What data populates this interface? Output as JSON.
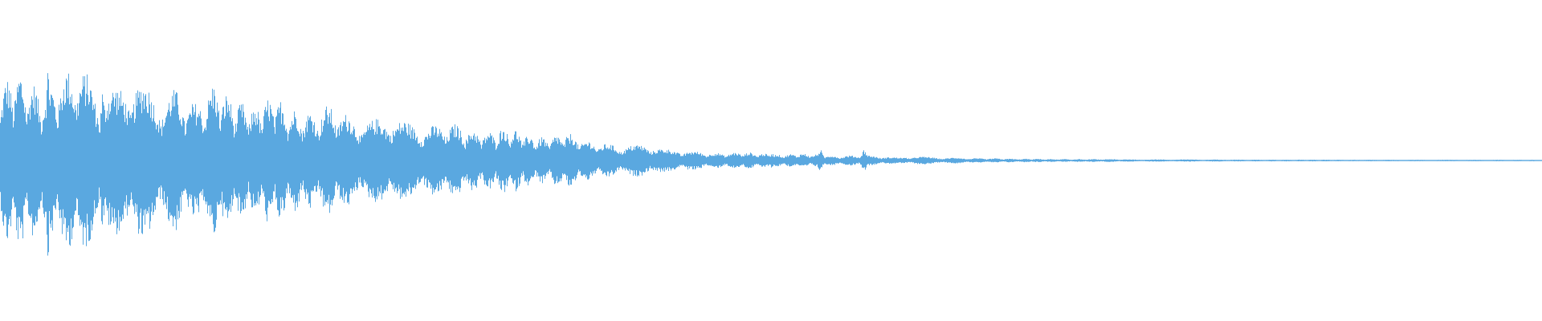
{
  "waveform": {
    "color": "#5aa8e0",
    "background": "#ffffff",
    "envelope": [
      0.55,
      0.62,
      0.5,
      0.58,
      0.7,
      0.48,
      0.52,
      0.6,
      0.45,
      0.5,
      0.4,
      0.55,
      0.42,
      0.38,
      0.46,
      0.36,
      0.34,
      0.4,
      0.3,
      0.28,
      0.33,
      0.26,
      0.24,
      0.27,
      0.22,
      0.2,
      0.24,
      0.18,
      0.16,
      0.2,
      0.14,
      0.12,
      0.1,
      0.12,
      0.08,
      0.07,
      0.06,
      0.05,
      0.06,
      0.05,
      0.04,
      0.05,
      0.04,
      0.03,
      0.04,
      0.03,
      0.02,
      0.03,
      0.02,
      0.02,
      0.015,
      0.015,
      0.012,
      0.012,
      0.01,
      0.01,
      0.01,
      0.01,
      0.008,
      0.008,
      0.008,
      0.008,
      0.007,
      0.007,
      0.006,
      0.006,
      0.006,
      0.006,
      0.006,
      0.005,
      0.005,
      0.005,
      0.005,
      0.005,
      0.005,
      0.005,
      0.005,
      0.005,
      0.005,
      0.005
    ],
    "bursts": [
      {
        "pos": 0.031,
        "amp": 0.72
      },
      {
        "pos": 0.066,
        "amp": 0.78
      },
      {
        "pos": 0.114,
        "amp": 0.48
      },
      {
        "pos": 0.146,
        "amp": 0.42
      },
      {
        "pos": 0.186,
        "amp": 0.36
      },
      {
        "pos": 0.214,
        "amp": 0.28
      },
      {
        "pos": 0.273,
        "amp": 0.3
      },
      {
        "pos": 0.302,
        "amp": 0.24
      },
      {
        "pos": 0.415,
        "amp": 0.12
      },
      {
        "pos": 0.446,
        "amp": 0.08
      },
      {
        "pos": 0.5,
        "amp": 0.08
      },
      {
        "pos": 0.532,
        "amp": 0.09
      },
      {
        "pos": 0.56,
        "amp": 0.09
      }
    ]
  }
}
